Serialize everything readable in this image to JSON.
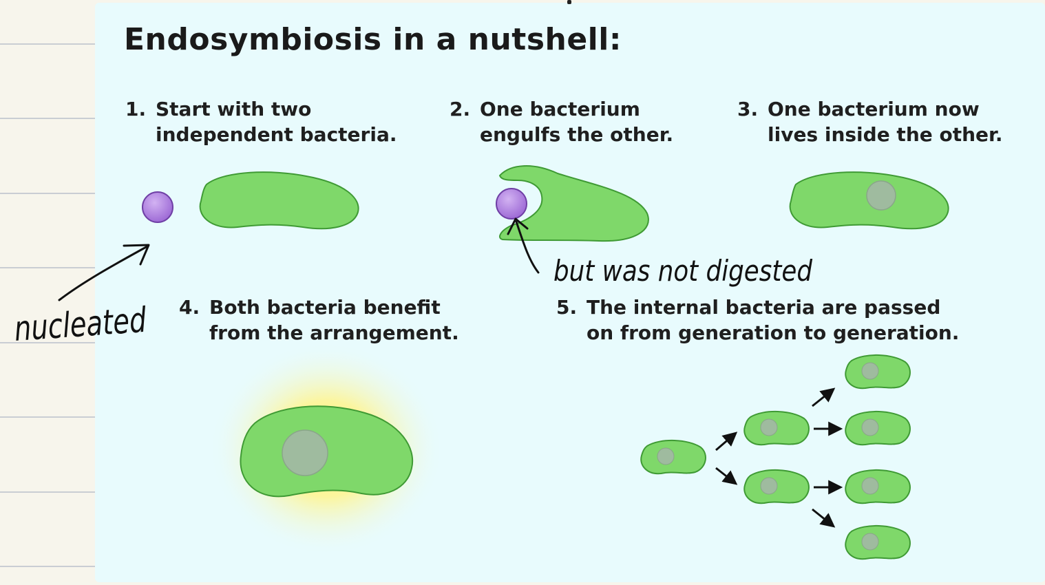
{
  "title": "Endosymbiosis in a nutshell:",
  "steps": [
    {
      "number": "1.",
      "line1": "Start with two",
      "line2": "independent bacteria."
    },
    {
      "number": "2.",
      "line1": "One bacterium",
      "line2": "engulfs the other."
    },
    {
      "number": "3.",
      "line1": "One bacterium now",
      "line2": "lives inside the other."
    },
    {
      "number": "4.",
      "line1": "Both bacteria benefit",
      "line2": "from the arrangement."
    },
    {
      "number": "5.",
      "line1": "The internal bacteria are passed",
      "line2": "on from generation to generation."
    }
  ],
  "annotations": {
    "nucleated": "nucleated",
    "not_digested": "but was not digested"
  },
  "colors": {
    "panel_bg": "#e8fbfd",
    "bacterium_fill": "#7fd86a",
    "bacterium_stroke": "#3f9a34",
    "small_bacterium_fill": "#b487e0",
    "small_bacterium_stroke": "#6f3fa5",
    "internal_fill": "#9fbb9f",
    "glow": "#fff27a",
    "ink": "#111111"
  }
}
